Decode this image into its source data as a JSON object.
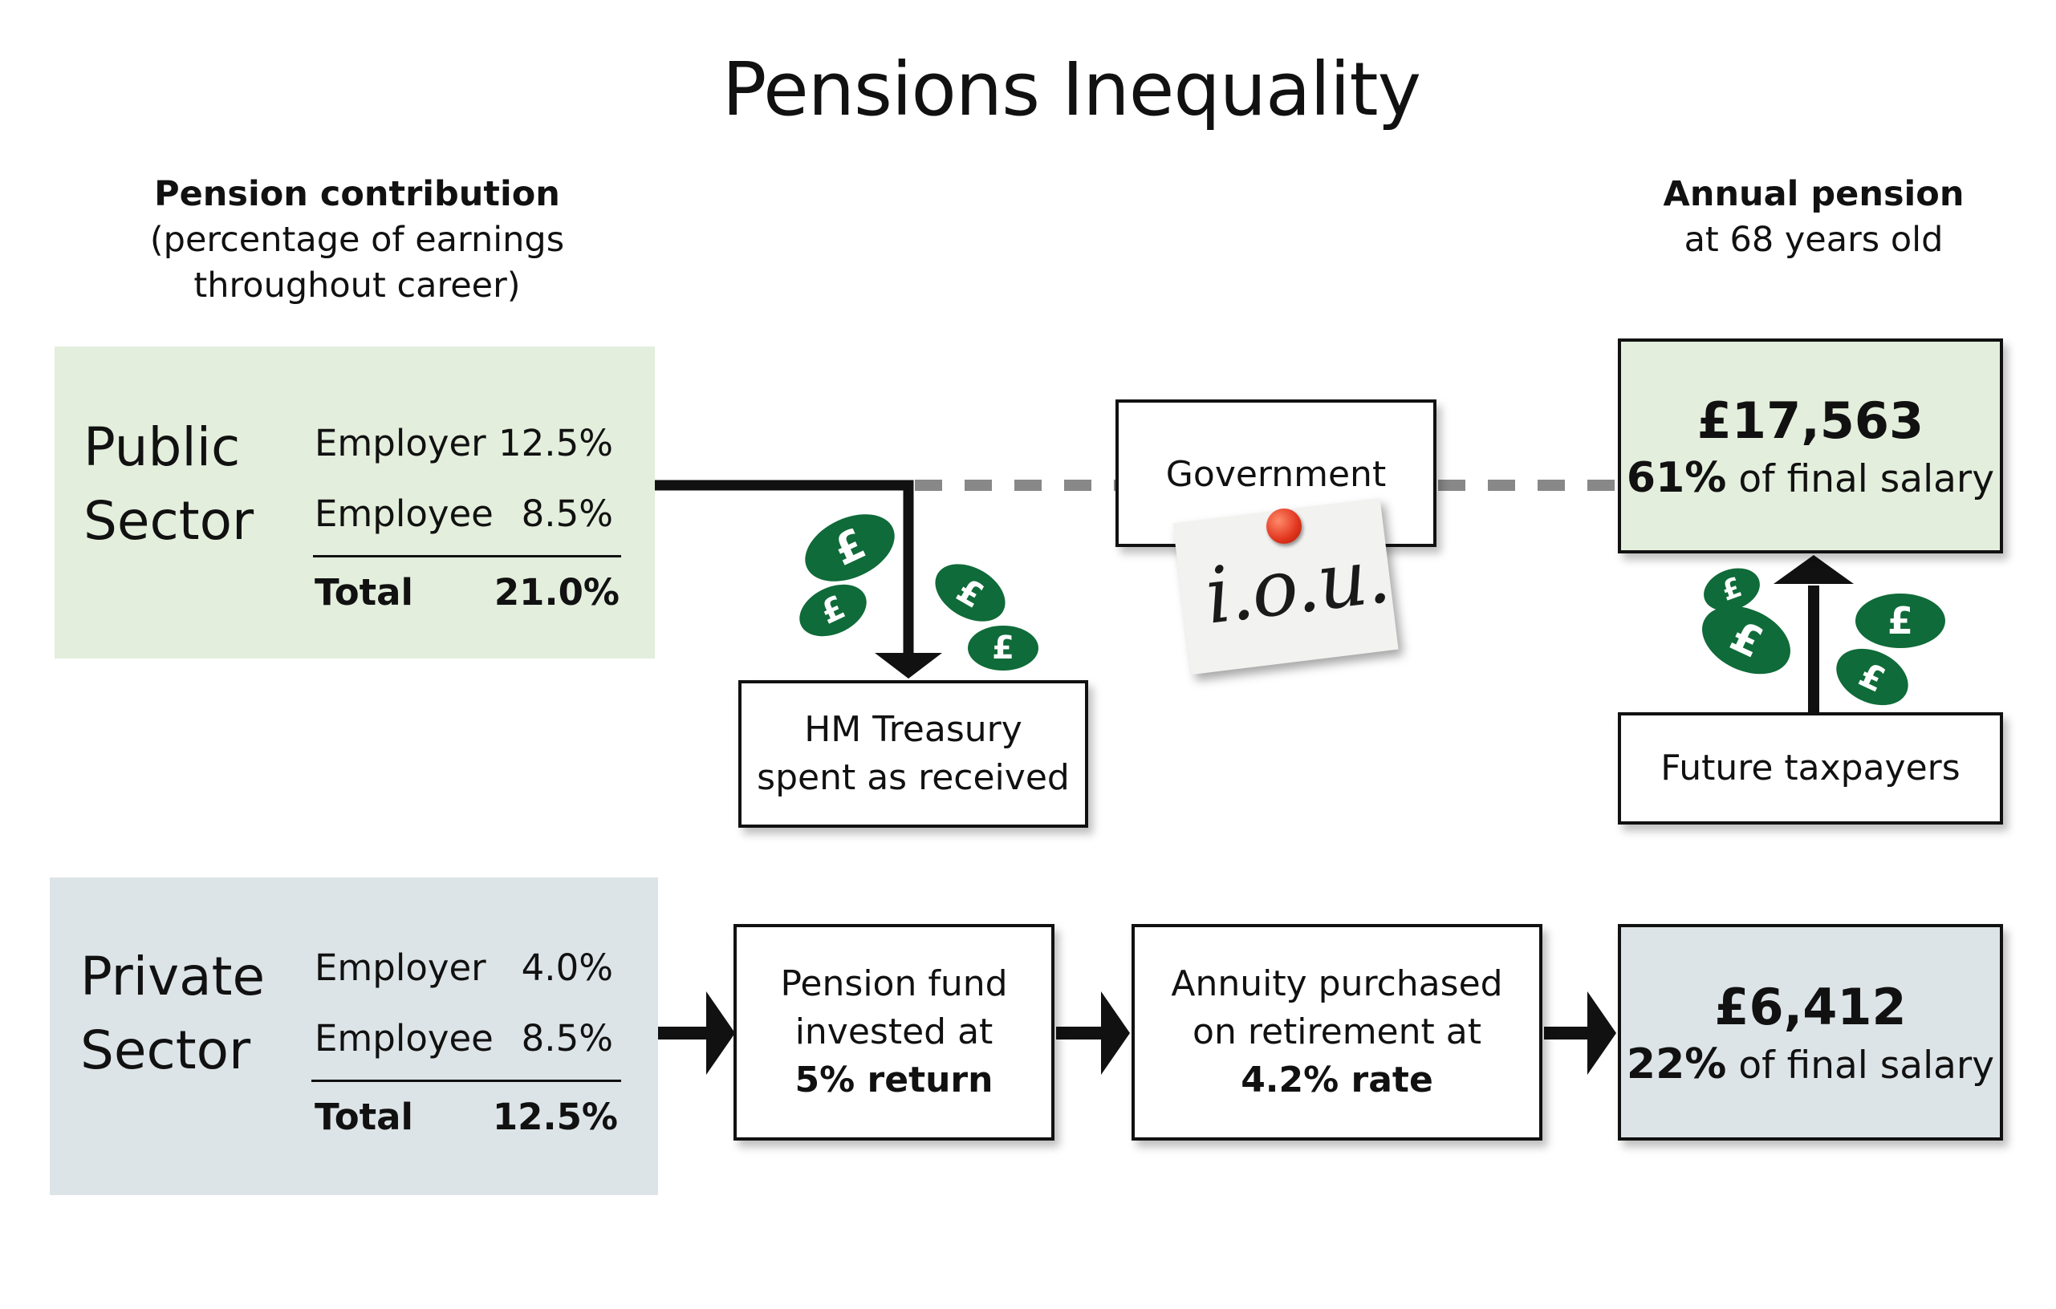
{
  "title": "Pensions Inequality",
  "headers": {
    "contribution_bold": "Pension contribution",
    "contribution_sub1": "(percentage of earnings",
    "contribution_sub2": "throughout career)",
    "annual_bold": "Annual pension",
    "annual_sub": "at 68 years old"
  },
  "public": {
    "name_line1": "Public",
    "name_line2": "Sector",
    "employer_label": "Employer",
    "employer_value": "12.5%",
    "employee_label": "Employee",
    "employee_value": "8.5%",
    "total_label": "Total",
    "total_value": "21.0%",
    "treasury_line1": "HM Treasury",
    "treasury_line2": "spent as received",
    "government_label": "Government",
    "iou_text": "i.o.u.",
    "pension_amount": "£17,563",
    "pension_pct": "61%",
    "pension_pct_suffix": "of final salary",
    "future_taxpayers": "Future taxpayers"
  },
  "private": {
    "name_line1": "Private",
    "name_line2": "Sector",
    "employer_label": "Employer",
    "employer_value": "4.0%",
    "employee_label": "Employee",
    "employee_value": "8.5%",
    "total_label": "Total",
    "total_value": "12.5%",
    "fund_line1": "Pension fund",
    "fund_line2": "invested at",
    "fund_line3": "5% return",
    "annuity_line1": "Annuity purchased",
    "annuity_line2": "on retirement at",
    "annuity_line3": "4.2% rate",
    "pension_amount": "£6,412",
    "pension_pct": "22%",
    "pension_pct_suffix": "of final salary"
  },
  "coin_symbol": "£",
  "colors": {
    "public_panel": "#e3eedc",
    "private_panel": "#dde4e7",
    "coin_green": "#0f6b39",
    "dashed_line": "#888888",
    "pin_red": "#e0341c"
  }
}
